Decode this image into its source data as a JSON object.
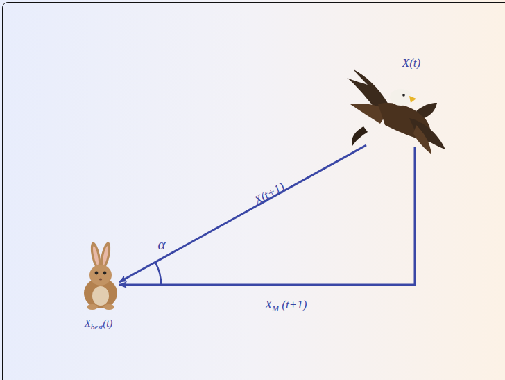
{
  "diagram": {
    "labels": [
      "X(t)",
      "X(t+1)",
      "α",
      "X",
      "M",
      "(t+1)",
      "X",
      "best",
      "(t)"
    ]
  }
}
